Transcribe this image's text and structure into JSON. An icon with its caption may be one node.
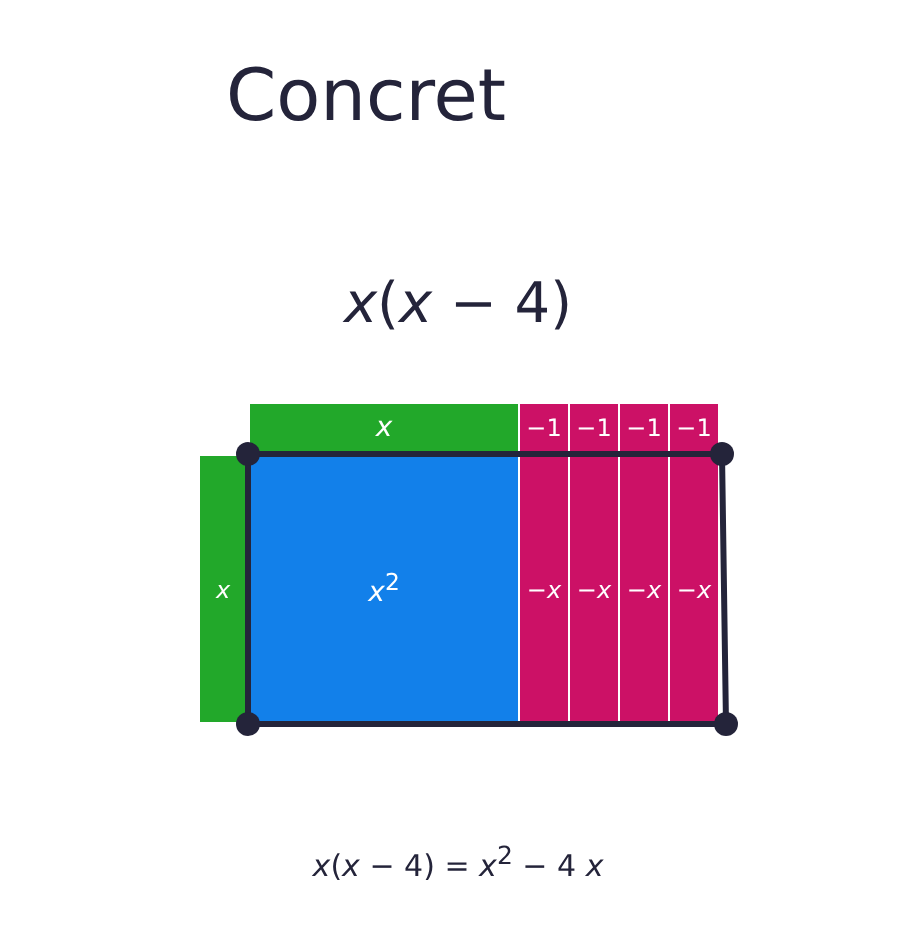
{
  "diagram": {
    "title": "Concret",
    "nodes": [
      {
        "text": [
          "*x*"
        ]
      },
      {
        "text": [
          "−1"
        ]
      },
      {
        "text": [
          "−1"
        ]
      },
      {
        "text": [
          "−1"
        ]
      },
      {
        "text": [
          "−1"
        ]
      },
      {
        "text": [
          "*x*"
        ]
      },
      {
        "text": [
          "*x*$^{2}$"
        ]
      },
      {
        "text": [
          "−*x*"
        ]
      },
      {
        "text": [
          "−*x*"
        ]
      },
      {
        "text": [
          "−*x*"
        ]
      },
      {
        "text": [
          "−*x*"
        ]
      }
    ],
    "labels": [
      "*x*(*x* − 4)"
    ],
    "caption": "*x*(*x* − 4) = *x*$^{2}$ − 4 *x*"
  }
}
